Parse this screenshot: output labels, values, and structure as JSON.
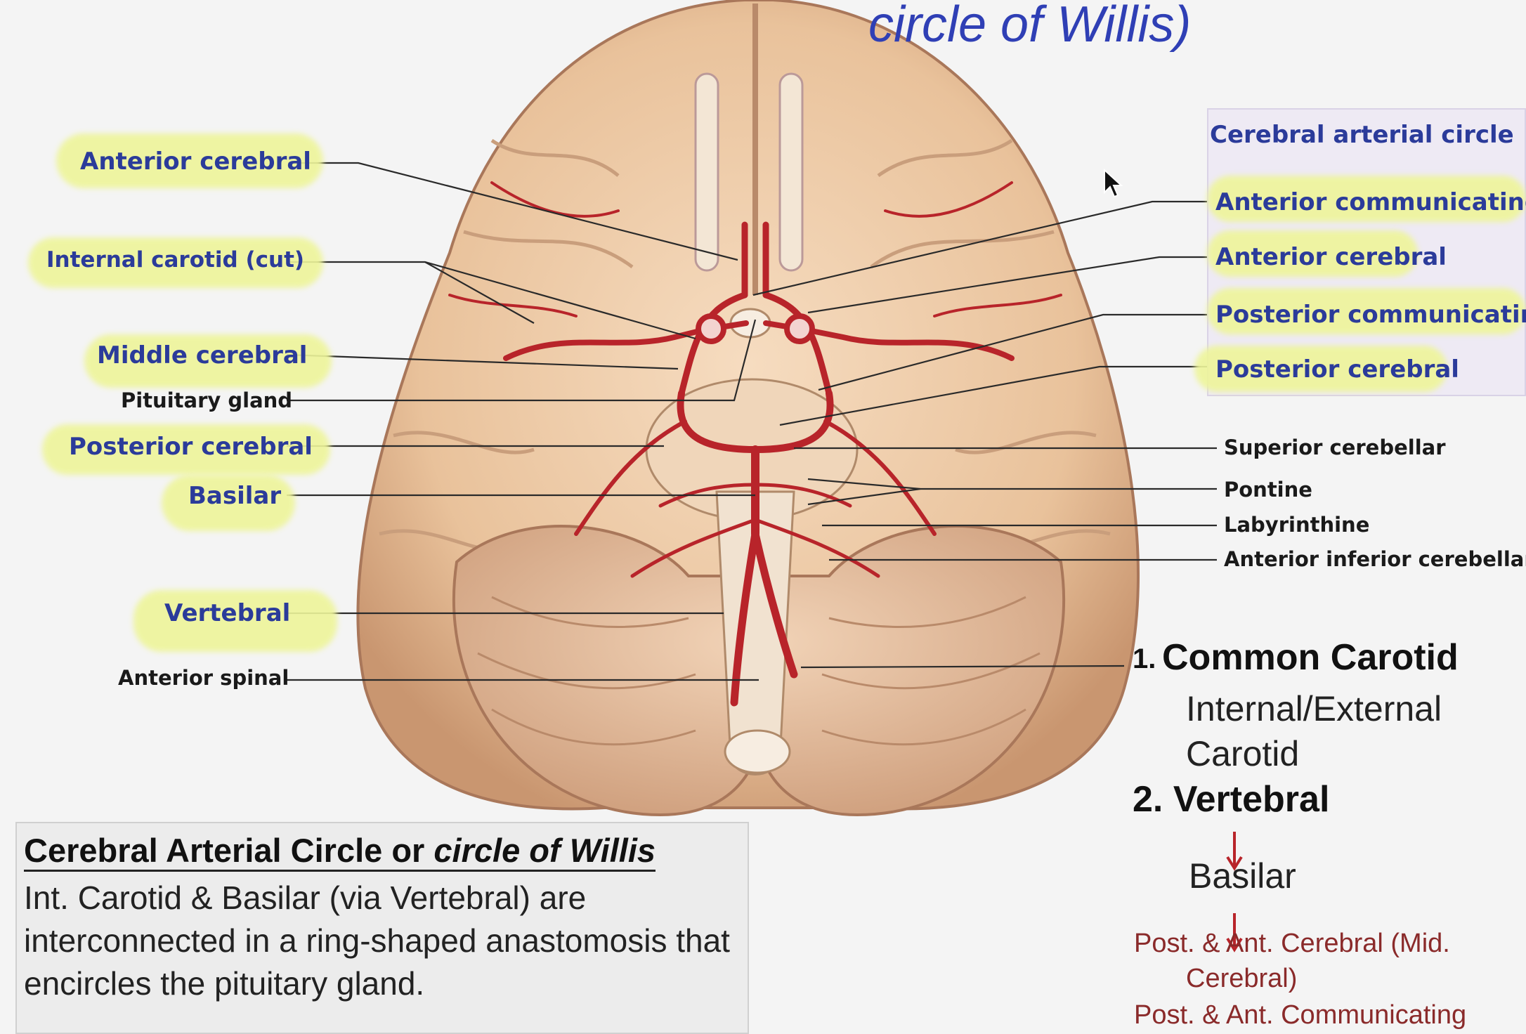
{
  "title_fragment": {
    "italic_part": "circle of Willis",
    "suffix": ")"
  },
  "left_labels": {
    "anterior_cerebral": "Anterior cerebral",
    "internal_carotid": "Internal carotid (cut)",
    "middle_cerebral": "Middle cerebral",
    "pituitary_gland": "Pituitary gland",
    "posterior_cerebral": "Posterior cerebral",
    "basilar": "Basilar",
    "vertebral": "Vertebral",
    "anterior_spinal": "Anterior spinal"
  },
  "key_box": {
    "heading": "Cerebral arterial circle",
    "items": [
      "Anterior communicating",
      "Anterior cerebral",
      "Posterior communicating",
      "Posterior cerebral"
    ]
  },
  "right_labels": {
    "superior_cerebellar": "Superior cerebellar",
    "pontine": "Pontine",
    "labyrinthine": "Labyrinthine",
    "anterior_inferior_cerebellar": "Anterior inferior cerebellar"
  },
  "pathway": {
    "step1_number": "1.",
    "step1": "Common Carotid",
    "step1_sub1": "Internal/External",
    "step1_sub2": "Carotid",
    "step2": "2. Vertebral",
    "step2_sub": "Basilar",
    "result1a": "Post. & Ant. Cerebral (Mid.",
    "result1b": "Cerebral)",
    "result2": "Post. & Ant. Communicating"
  },
  "caption": {
    "heading_plain": "Cerebral Arterial Circle or ",
    "heading_italic": "circle of Willis",
    "body": "Int. Carotid & Basilar (via Vertebral) are interconnected in a ring-shaped anastomosis that encircles the pituitary gland."
  },
  "colors": {
    "label_blue": "#2b3b9a",
    "highlight": "#eef59a",
    "artery_red": "#b8242a",
    "brain_tan": "#ecc9a6",
    "pathway_red": "#8a2a2a"
  }
}
